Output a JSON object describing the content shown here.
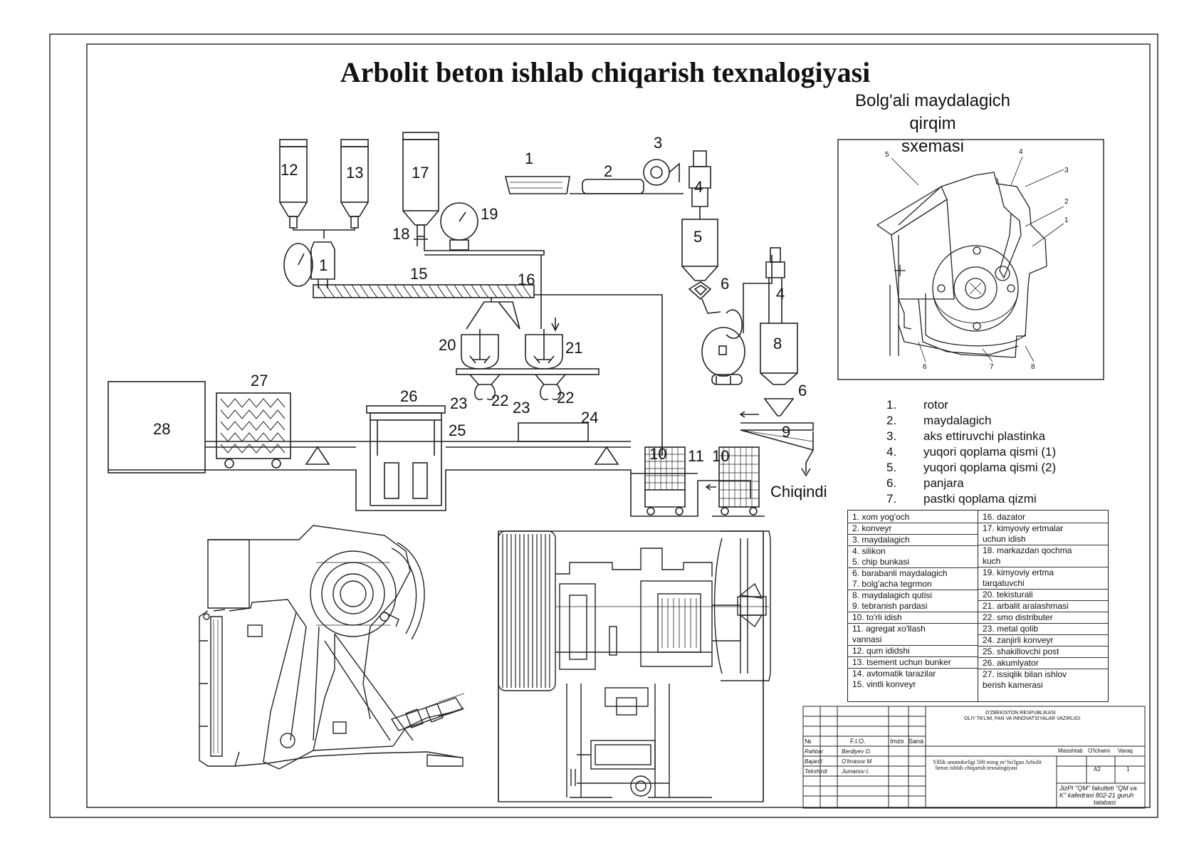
{
  "title": "Arbolit beton ishlab chiqarish texnalogiyasi",
  "subtitle": {
    "line1": "Bolg'ali maydalagich qirqim",
    "line2": "sxemasi"
  },
  "outlet_label": "Chiqindi",
  "equipment_labels": [
    "1",
    "2",
    "3",
    "4",
    "5",
    "6",
    "4",
    "8",
    "6",
    "9",
    "10",
    "11",
    "10",
    "12",
    "13",
    "17",
    "18",
    "19",
    "1",
    "15",
    "16",
    "20",
    "21",
    "23",
    "22",
    "23",
    "22",
    "24",
    "25",
    "26",
    "27",
    "28"
  ],
  "cross_section_labels": [
    "5",
    "4",
    "3",
    "2",
    "1",
    "6",
    "7",
    "8"
  ],
  "crusher_parts": [
    {
      "num": "1.",
      "text": "rotor"
    },
    {
      "num": "2.",
      "text": "maydalagich"
    },
    {
      "num": "3.",
      "text": "aks ettiruvchi plastinka"
    },
    {
      "num": "4.",
      "text": "yuqori qoplama qismi (1)"
    },
    {
      "num": "5.",
      "text": "yuqori qoplama qismi (2)"
    },
    {
      "num": "6.",
      "text": "panjara"
    },
    {
      "num": "7.",
      "text": "pastki qoplama qizmi"
    }
  ],
  "equipment_table": {
    "left": [
      "1.      xom yog'och",
      "2.      konveyr",
      "3.      maydalagich",
      "4.      silikon",
      "5.      chip bunkasi",
      "6.      barabanli maydalagich",
      "7.      bolg'acha tegrmon",
      "8.      maydalagich qutisi",
      "9.      tebranish pardasi",
      "10. to'rli idish",
      "11. agregat xo'llash",
      "        vannasi",
      "12. qum ididshi",
      "13. tsement uchun bunker",
      "14. avtomatik tarazilar",
      "15. vintli konveyr"
    ],
    "right": [
      "16. dazator",
      "17. kimyoviy ertmalar",
      "        uchun idish",
      "18. markazdan qochma",
      "        kuch",
      "19. kimyoviy ertma",
      "        tarqatuvchi",
      "20. tekisturali",
      "21. arbalit aralashmasi",
      "22. smo distributer",
      "23. metal qolib",
      "24. zanjirli konveyr",
      "25. shakillovchi post",
      "26. akumlyator",
      "27. issiqlik bilan ishlov",
      "        berish kamerasi"
    ]
  },
  "title_block": {
    "org_line1": "O'ZBEKISTON RESPUBLIKASI",
    "org_line2": "OLIY TA'LIM, FAN VA INNOVATSIYALAR VAZIRLIGI",
    "col_no": "№",
    "col_fio": "F.I.O.",
    "col_imzo": "Imzo",
    "col_sana": "Sana",
    "roles": [
      {
        "role": "Rahbar",
        "name": "Berdiyev O."
      },
      {
        "role": "Bajardi",
        "name": "O'lmasov M."
      },
      {
        "role": "Tekshirdi",
        "name": "Jumanov I."
      }
    ],
    "project_line1": "Yillik unumdorligi 500 ming m³ bo'lgan Arbolit",
    "project_line2": "beton ishlab chiqarish texnalogiyasi",
    "col_masshtab": "Masshtab",
    "col_olchami": "O'lchami",
    "col_varaq": "Varaq",
    "size_value": "A2",
    "sheet_value": "1",
    "school_line1": "JizPI \"QM\" fakulteti \"QM  va",
    "school_line2": "K\" kafedrasi   802-21 guruh",
    "school_line3": "talabasi"
  }
}
